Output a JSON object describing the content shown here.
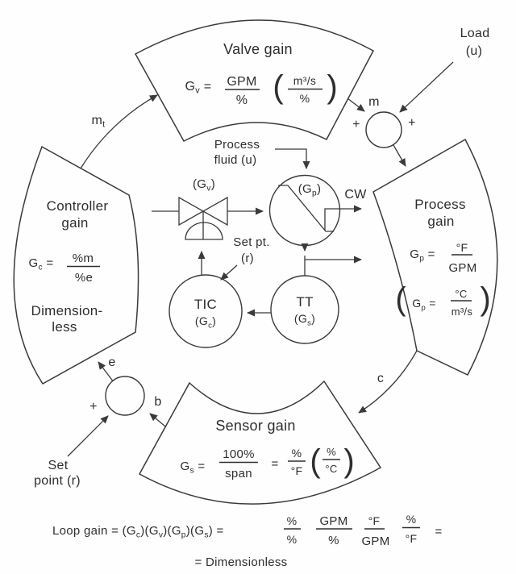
{
  "colors": {
    "ink": "#3a3a3a",
    "background": "#fefefe"
  },
  "segments": {
    "valve": {
      "title": "Valve gain",
      "lhs": "G_{v} =",
      "f1_num": "GPM",
      "f1_den": "%",
      "paren_open": "(",
      "f2_num": "m³/s",
      "f2_den": "%",
      "paren_close": ")"
    },
    "process": {
      "title_line1": "Process",
      "title_line2": "gain",
      "lhs": "G_{p} =",
      "f1_num": "°F",
      "f1_den": "GPM",
      "paren_open": "(",
      "alt_lhs": "G_{p} =",
      "alt_num": "°C",
      "alt_den": "m³/s",
      "paren_close": ")"
    },
    "sensor": {
      "title": "Sensor gain",
      "lhs": "G_{s} =",
      "f1_num": "100%",
      "f1_den": "span",
      "eq2": "=",
      "f2_num": "%",
      "f2_den": "°F",
      "paren_open": "(",
      "alt_num": "%",
      "alt_den": "°C",
      "paren_close": ")"
    },
    "controller": {
      "title_line1": "Controller",
      "title_line2": "gain",
      "lhs": "G_{c} =",
      "f1_num": "%m",
      "f1_den": "%e",
      "note_line1": "Dimension-",
      "note_line2": "less"
    }
  },
  "center": {
    "valve_label": "(G_{v})",
    "exchanger_label": "(G_{p})",
    "cw_label": "CW",
    "process_fluid_line1": "Process",
    "process_fluid_line2": "fluid (u)",
    "set_pt_line1": "Set pt.",
    "set_pt_line2": "(r)",
    "tic_label": "TIC",
    "tic_gain": "(G_{c})",
    "tt_label": "TT",
    "tt_gain": "(G_{s})"
  },
  "signals": {
    "mt": "m_{t}",
    "m": "m",
    "e": "e",
    "b": "b",
    "c": "c",
    "plus_left": "+",
    "plus_right": "+",
    "plus_set": "+",
    "load_line1": "Load",
    "load_line2": "(u)",
    "set_line1": "Set",
    "set_line2": "point (r)"
  },
  "loop": {
    "lead": "Loop gain = (G_{c})(G_{v})(G_{p})(G_{s}) =",
    "f1_num": "%",
    "f1_den": "%",
    "f2_num": "GPM",
    "f2_den": "%",
    "f3_num": "°F",
    "f3_den": "GPM",
    "f4_num": "%",
    "f4_den": "°F",
    "equals_tail": "=",
    "line2": "= Dimensionless"
  }
}
